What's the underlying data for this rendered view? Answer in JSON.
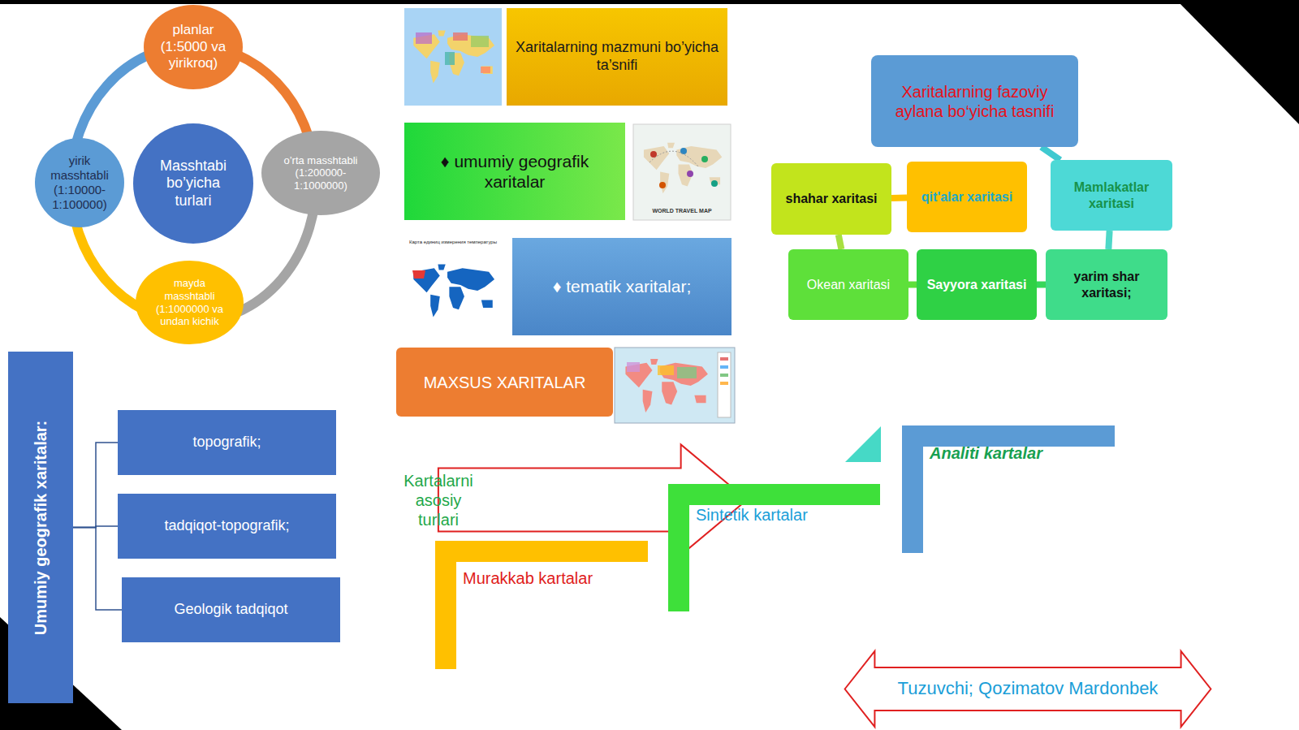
{
  "diagram": {
    "nodes": [
      {
        "text": [
          "planlar (1:5000 va yirikroq)"
        ]
      },
      {
        "text": [
          "Masshtabi bo’yicha turlari"
        ]
      },
      {
        "text": [
          "yirik masshtabli (1:10000-1:100000)"
        ]
      },
      {
        "text": [
          "o’rta masshtabli (1:200000-1:1000000)"
        ]
      },
      {
        "text": [
          "mayda masshtabli (1:1000000 va undan kichik"
        ]
      },
      {
        "text": [
          "Xaritalarning mazmuni bo’yicha ta’snifi"
        ]
      },
      {
        "text": [
          "♦ umumiy geografik xaritalar"
        ]
      },
      {
        "text": [
          "♦ tematik xaritalar;"
        ]
      },
      {
        "text": [
          "MAXSUS XARITALAR"
        ]
      },
      {
        "text": [
          "Xaritalarning fazoviy aylana bo‘yicha tasnifi"
        ]
      },
      {
        "text": [
          "shahar xaritasi"
        ]
      },
      {
        "text": [
          "qit'alar xaritasi"
        ]
      },
      {
        "text": [
          "Mamlakatlar xaritasi"
        ]
      },
      {
        "text": [
          "Okean xaritasi"
        ]
      },
      {
        "text": [
          "Sayyora xaritasi"
        ]
      },
      {
        "text": [
          "yarim shar xaritasi;"
        ]
      },
      {
        "text": [
          "Umumiy geografik xaritalar:"
        ]
      },
      {
        "text": [
          "topografik;"
        ]
      },
      {
        "text": [
          "tadqiqot-topografik;"
        ]
      },
      {
        "text": [
          "Geologik tadqiqot"
        ]
      },
      {
        "text": [
          "Kartalarni asosiy turlari"
        ]
      },
      {
        "text": [
          "Analiti kartalar"
        ]
      },
      {
        "text": [
          "Sintetik kartalar"
        ]
      },
      {
        "text": [
          "Murakkab kartalar"
        ]
      },
      {
        "text": [
          "Tuzuvchi; Qozimatov Mardonbek"
        ]
      }
    ],
    "edges": [
      {
        "from": 0,
        "to": 3,
        "arrow": "none"
      },
      {
        "from": 3,
        "to": 4,
        "arrow": "none"
      },
      {
        "from": 4,
        "to": 2,
        "arrow": "none"
      },
      {
        "from": 2,
        "to": 0,
        "arrow": "none"
      },
      {
        "from": 9,
        "to": 12,
        "arrow": "none"
      },
      {
        "from": 12,
        "to": 15,
        "arrow": "none"
      },
      {
        "from": 15,
        "to": 14,
        "arrow": "none"
      },
      {
        "from": 14,
        "to": 13,
        "arrow": "none"
      },
      {
        "from": 13,
        "to": 10,
        "arrow": "none"
      },
      {
        "from": 10,
        "to": 11,
        "arrow": "none"
      },
      {
        "from": 16,
        "to": 17,
        "arrow": "none"
      },
      {
        "from": 16,
        "to": 18,
        "arrow": "none"
      },
      {
        "from": 16,
        "to": 19,
        "arrow": "none"
      }
    ],
    "labels": [
      "WORLD TRAVEL MAP",
      "Карта единиц измерения температуры"
    ]
  }
}
